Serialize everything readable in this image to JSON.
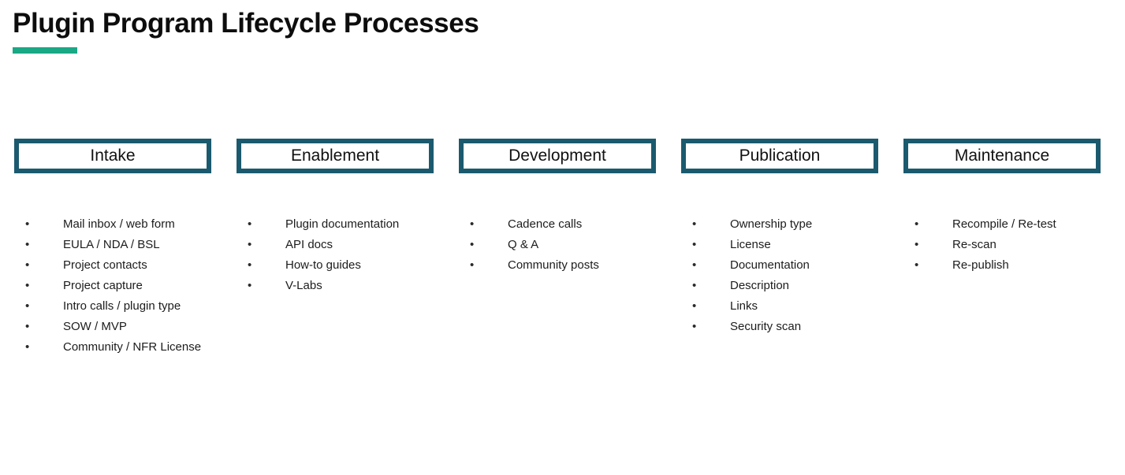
{
  "slide": {
    "title": "Plugin Program Lifecycle Processes",
    "accent_color": "#1aa885",
    "frame_color": "#1b5a6e",
    "background_color": "#ffffff",
    "text_color": "#1c1c1c",
    "bullet_glyph": "•"
  },
  "phases": [
    {
      "name": "Intake",
      "items": [
        "Mail inbox / web form",
        "EULA / NDA / BSL",
        "Project contacts",
        "Project capture",
        "Intro calls / plugin type",
        "SOW / MVP",
        "Community / NFR License"
      ]
    },
    {
      "name": "Enablement",
      "items": [
        "Plugin documentation",
        "API docs",
        "How-to guides",
        "V-Labs"
      ]
    },
    {
      "name": "Development",
      "items": [
        "Cadence calls",
        "Q & A",
        "Community posts"
      ]
    },
    {
      "name": "Publication",
      "items": [
        "Ownership type",
        "License",
        "Documentation",
        "Description",
        "Links",
        "Security scan"
      ]
    },
    {
      "name": "Maintenance",
      "items": [
        "Recompile / Re-test",
        "Re-scan",
        "Re-publish"
      ]
    }
  ]
}
